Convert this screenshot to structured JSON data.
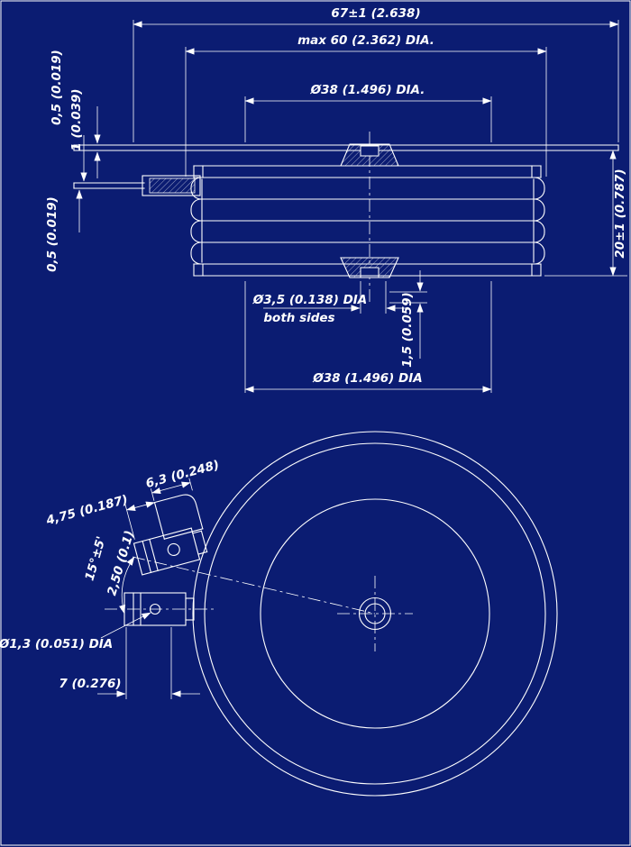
{
  "colors": {
    "background": "#0b1c72",
    "line": "#ffffff"
  },
  "side_view": {
    "overall_width": "67±1 (2.638)",
    "max_diameter": "max 60 (2.362) DIA.",
    "pole_diameter_top": "Ø38 (1.496) DIA.",
    "lead_thickness_top": "0,5 (0.019)",
    "lead_spacing": "1 (0.039)",
    "lead_thickness_bottom": "0,5 (0.019)",
    "body_height": "20±1 (0.787)",
    "gate_hole_diameter": "Ø3,5 (0.138) DIA",
    "gate_hole_note": "both sides",
    "recess_depth": "1,5 (0.059)",
    "pole_diameter_bottom": "Ø38 (1.496) DIA"
  },
  "top_view": {
    "tab_width": "6,3 (0.248)",
    "tab_offset": "4,75 (0.187)",
    "lead_angle": "15°±5'",
    "tab_height": "2,50 (0.1)",
    "hole_diameter": "Ø1,3 (0.051) DIA",
    "lead_width": "7 (0.276)"
  }
}
